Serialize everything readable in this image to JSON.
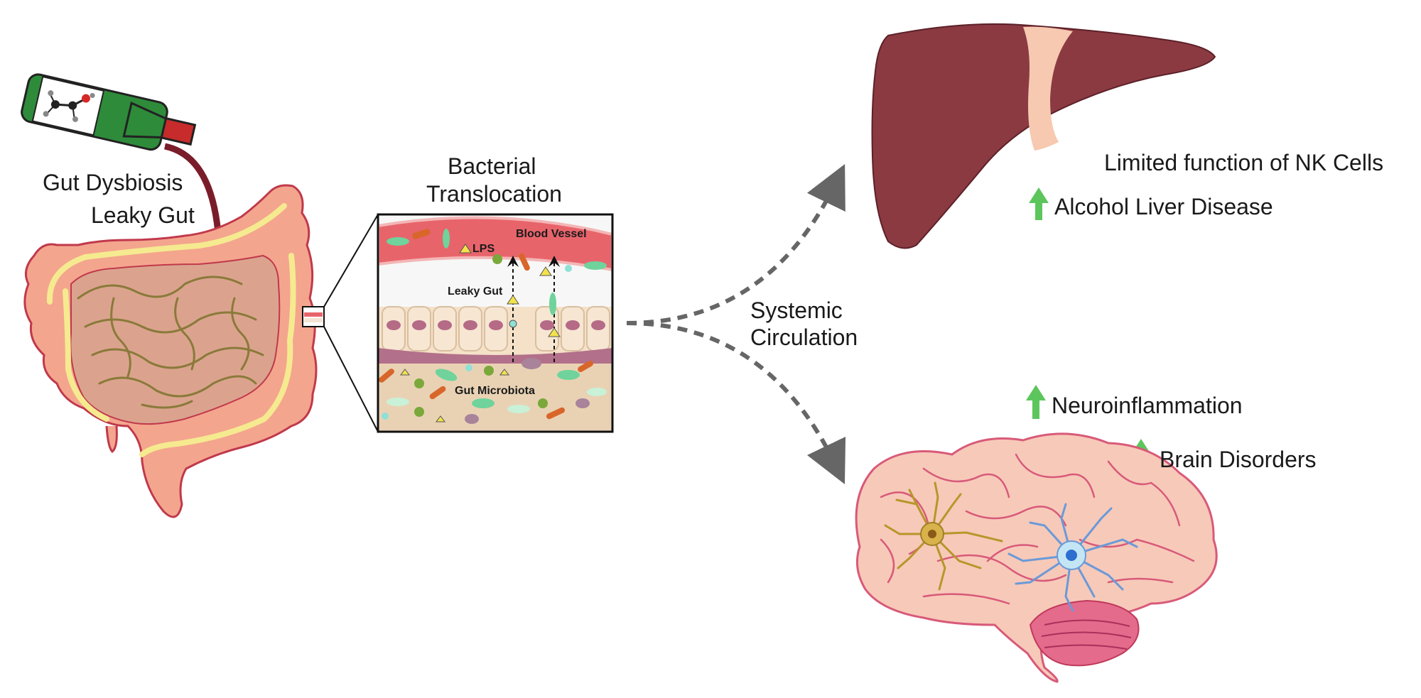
{
  "labels": {
    "gut_dysbiosis": "Gut Dysbiosis",
    "leaky_gut_main": "Leaky Gut",
    "bacterial": "Bacterial",
    "translocation": "Translocation",
    "blood_vessel": "Blood Vessel",
    "lps": "LPS",
    "leaky_gut_inset": "Leaky Gut",
    "gut_microbiota": "Gut Microbiota",
    "systemic": "Systemic",
    "circulation": "Circulation",
    "nk_cells": "Limited function of NK Cells",
    "liver_disease": "Alcohol Liver Disease",
    "neuroinflammation": "Neuroinflammation",
    "brain_disorders": "Brain Disorders"
  },
  "colors": {
    "liver": "#8b3a42",
    "liver_band": "#f6c9b0",
    "gut": "#f4a58e",
    "gut_outline": "#c0394b",
    "gut_yellow": "#f5ea8f",
    "intestine_lines": "#8a7a3a",
    "blood": "#e8646b",
    "bottle": "#2e8b3a",
    "wine": "#7a1d2a",
    "brain": "#f7c9b9",
    "brain_outline": "#d85a79",
    "cerebellum": "#e46b8c",
    "arrow_up": "#5cc65c",
    "dashed": "#666666"
  }
}
